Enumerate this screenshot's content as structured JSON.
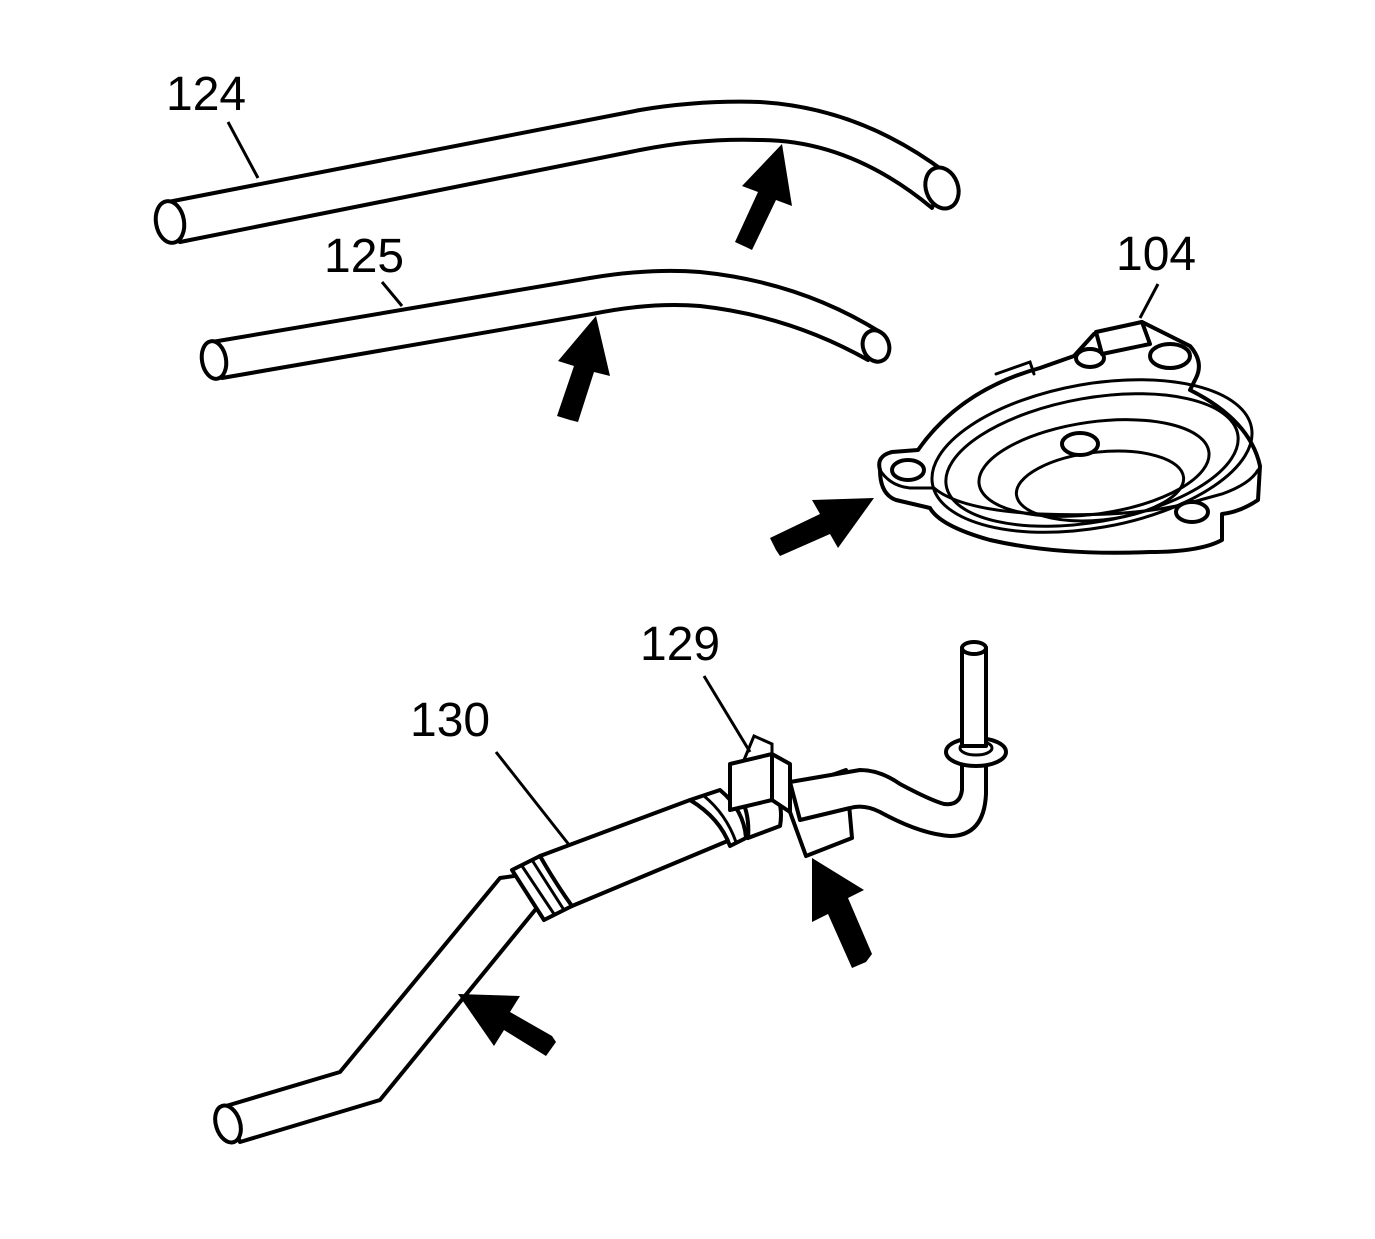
{
  "callouts": {
    "hose_124": "124",
    "hose_125": "125",
    "housing_104": "104",
    "clip_129": "129",
    "pipe_130": "130"
  },
  "colors": {
    "line": "#000000",
    "background": "#ffffff"
  }
}
